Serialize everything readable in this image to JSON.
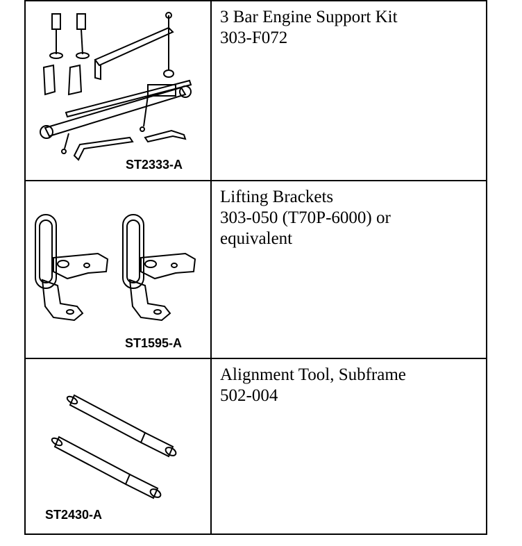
{
  "tools": [
    {
      "figure_id": "ST2333-A",
      "icon": "engine-support-kit-illustration",
      "name": "3 Bar Engine Support Kit",
      "number_line1": "303-F072",
      "number_line2": ""
    },
    {
      "figure_id": "ST1595-A",
      "icon": "lifting-brackets-illustration",
      "name": "Lifting Brackets",
      "number_line1": "303-050 (T70P-6000) or",
      "number_line2": "equivalent"
    },
    {
      "figure_id": "ST2430-A",
      "icon": "alignment-tool-illustration",
      "name": "Alignment Tool, Subframe",
      "number_line1": "502-004",
      "number_line2": ""
    }
  ]
}
